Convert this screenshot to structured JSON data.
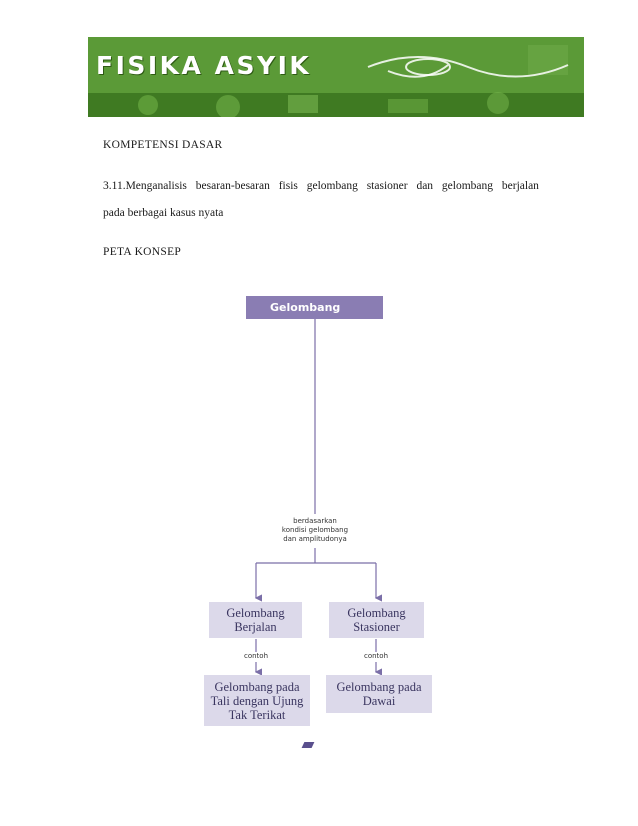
{
  "header": {
    "banner_title": "FISIKA ASYIK"
  },
  "content": {
    "kompetensi_heading": "KOMPETENSI DASAR",
    "kd_words": [
      "3.11.Menganalisis",
      "besaran-besaran",
      "fisis",
      "gelombang",
      "stasioner",
      "dan",
      "gelombang",
      "berjalan"
    ],
    "kd_line2": "pada berbagai kasus nyata",
    "peta_heading": "PETA KONSEP"
  },
  "concept_map": {
    "root": "Gelombang",
    "link_label": [
      "berdasarkan",
      "kondisi gelombang",
      "dan amplitudonya"
    ],
    "left_node": [
      "Gelombang",
      "Berjalan"
    ],
    "right_node": [
      "Gelombang",
      "Stasioner"
    ],
    "example_label": "contoh",
    "left_example": [
      "Gelombang pada",
      "Tali dengan Ujung",
      "Tak Terikat"
    ],
    "right_example": [
      "Gelombang pada",
      "Dawai"
    ]
  },
  "colors": {
    "banner_green": "#5a9a36",
    "node_purple": "#8a7db3",
    "node_light": "#dcd9ea",
    "line_purple": "#7b6fa8"
  }
}
